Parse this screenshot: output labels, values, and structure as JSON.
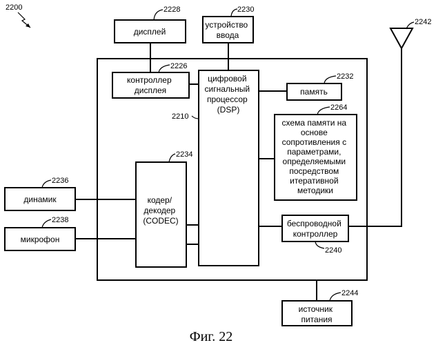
{
  "figure_number": "2200",
  "caption": "Фиг. 22",
  "blocks": {
    "display": {
      "ref": "2228",
      "lines": [
        "дисплей"
      ]
    },
    "input": {
      "ref": "2230",
      "lines": [
        "устройство",
        "ввода"
      ]
    },
    "display_controller": {
      "ref": "2226",
      "lines": [
        "контроллер",
        "дисплея"
      ]
    },
    "dsp": {
      "ref": "2210",
      "lines": [
        "цифровой",
        "сигнальный",
        "процессор",
        "(DSP)"
      ]
    },
    "memory": {
      "ref": "2232",
      "lines": [
        "память"
      ]
    },
    "resistance_memory": {
      "ref": "2264",
      "lines": [
        "схема памяти на",
        "основе",
        "сопротивления с",
        "параметрами,",
        "определяемыми",
        "посредством",
        "итеративной",
        "методики"
      ]
    },
    "codec": {
      "ref": "2234",
      "lines": [
        "кодер/",
        "декодер",
        "(CODEC)"
      ]
    },
    "speaker": {
      "ref": "2236",
      "lines": [
        "динамик"
      ]
    },
    "microphone": {
      "ref": "2238",
      "lines": [
        "микрофон"
      ]
    },
    "wireless_controller": {
      "ref": "2240",
      "lines": [
        "беспроводной",
        "контроллер"
      ]
    },
    "power": {
      "ref": "2244",
      "lines": [
        "источник",
        "питания"
      ]
    },
    "antenna": {
      "ref": "2242"
    }
  }
}
